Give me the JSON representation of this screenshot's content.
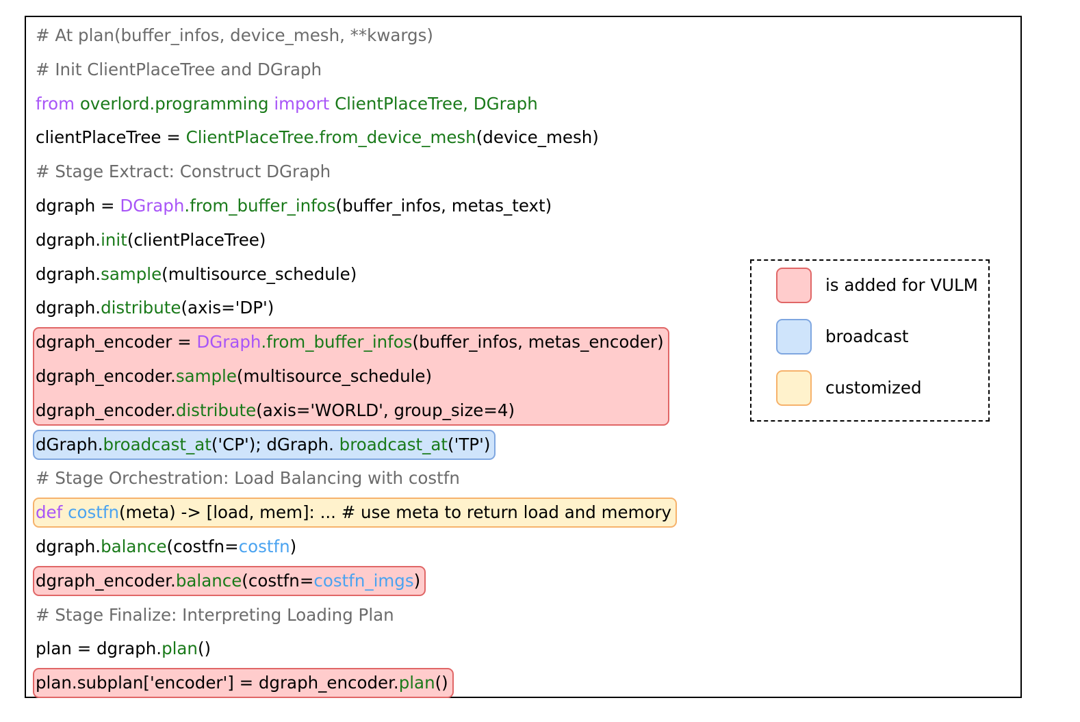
{
  "lines": [
    [
      {
        "t": "# At plan(buffer_infos, device_mesh, **kwargs)",
        "k": "cm"
      }
    ],
    [
      {
        "t": "# Init ClientPlaceTree and DGraph",
        "k": "cm"
      }
    ],
    [
      {
        "t": "from",
        "k": "kw"
      },
      {
        "t": " ",
        "k": "pl"
      },
      {
        "t": "overlord.programming",
        "k": "fn"
      },
      {
        "t": " ",
        "k": "pl"
      },
      {
        "t": "import",
        "k": "kw"
      },
      {
        "t": " ",
        "k": "pl"
      },
      {
        "t": "ClientPlaceTree, DGraph",
        "k": "fn"
      }
    ],
    [
      {
        "t": "clientPlaceTree = ",
        "k": "pl"
      },
      {
        "t": "ClientPlaceTree.from_device_mesh",
        "k": "fn"
      },
      {
        "t": "(device_mesh)",
        "k": "pl"
      }
    ],
    [
      {
        "t": "# Stage Extract: Construct DGraph",
        "k": "cm"
      }
    ],
    [
      {
        "t": "dgraph = ",
        "k": "pl"
      },
      {
        "t": "DGraph",
        "k": "cls"
      },
      {
        "t": ".from_buffer_infos",
        "k": "fn"
      },
      {
        "t": "(buffer_infos, metas_text)",
        "k": "pl"
      }
    ],
    [
      {
        "t": "dgraph.",
        "k": "pl"
      },
      {
        "t": "init",
        "k": "fn"
      },
      {
        "t": "(clientPlaceTree)",
        "k": "pl"
      }
    ],
    [
      {
        "t": "dgraph.",
        "k": "pl"
      },
      {
        "t": "sample",
        "k": "fn"
      },
      {
        "t": "(multisource_schedule)",
        "k": "pl"
      }
    ],
    [
      {
        "t": "dgraph.",
        "k": "pl"
      },
      {
        "t": "distribute",
        "k": "fn"
      },
      {
        "t": "(axis='DP')",
        "k": "pl"
      }
    ],
    [
      {
        "t": "dgraph_encoder = ",
        "k": "pl"
      },
      {
        "t": "DGraph",
        "k": "cls"
      },
      {
        "t": ".from_buffer_infos",
        "k": "fn"
      },
      {
        "t": "(buffer_infos, metas_encoder)",
        "k": "pl"
      }
    ],
    [
      {
        "t": "dgraph_encoder.",
        "k": "pl"
      },
      {
        "t": "sample",
        "k": "fn"
      },
      {
        "t": "(multisource_schedule)",
        "k": "pl"
      }
    ],
    [
      {
        "t": "dgraph_encoder.",
        "k": "pl"
      },
      {
        "t": "distribute",
        "k": "fn"
      },
      {
        "t": "(axis='WORLD', group_size=4)",
        "k": "pl"
      }
    ],
    [
      {
        "t": "dGraph.",
        "k": "pl"
      },
      {
        "t": "broadcast_at",
        "k": "fn"
      },
      {
        "t": "('CP'); dGraph. ",
        "k": "pl"
      },
      {
        "t": "broadcast_at",
        "k": "fn"
      },
      {
        "t": "('TP')",
        "k": "pl"
      }
    ],
    [
      {
        "t": "# Stage Orchestration: Load Balancing with costfn",
        "k": "cm"
      }
    ],
    [
      {
        "t": "def",
        "k": "kw"
      },
      {
        "t": " ",
        "k": "pl"
      },
      {
        "t": "costfn",
        "k": "lb"
      },
      {
        "t": "(meta) -> [load, mem]: ... # use meta to return load and memory",
        "k": "pl"
      }
    ],
    [
      {
        "t": "dgraph.",
        "k": "pl"
      },
      {
        "t": "balance",
        "k": "fn"
      },
      {
        "t": "(costfn=",
        "k": "pl"
      },
      {
        "t": "costfn",
        "k": "lb"
      },
      {
        "t": ")",
        "k": "pl"
      }
    ],
    [
      {
        "t": "dgraph_encoder.",
        "k": "pl"
      },
      {
        "t": "balance",
        "k": "fn"
      },
      {
        "t": "(costfn=",
        "k": "pl"
      },
      {
        "t": "costfn_imgs",
        "k": "lb"
      },
      {
        "t": ")",
        "k": "pl"
      }
    ],
    [
      {
        "t": "# Stage Finalize: Interpreting Loading Plan",
        "k": "cm"
      }
    ],
    [
      {
        "t": "plan = dgraph.",
        "k": "pl"
      },
      {
        "t": "plan",
        "k": "fn"
      },
      {
        "t": "()",
        "k": "pl"
      }
    ],
    [
      {
        "t": "plan.subplan['encoder'] = dgraph_encoder.",
        "k": "pl"
      },
      {
        "t": "plan",
        "k": "fn"
      },
      {
        "t": "()",
        "k": "pl"
      }
    ]
  ],
  "highlights": [
    {
      "kind": "red",
      "lines": [
        9,
        10,
        11
      ]
    },
    {
      "kind": "blue",
      "lines": [
        12
      ]
    },
    {
      "kind": "yellow",
      "lines": [
        14
      ]
    },
    {
      "kind": "red",
      "lines": [
        16
      ]
    },
    {
      "kind": "red",
      "lines": [
        19
      ]
    }
  ],
  "legend": {
    "items": [
      {
        "kind": "red",
        "label": "is added for VULM"
      },
      {
        "kind": "blue",
        "label": "broadcast"
      },
      {
        "kind": "yellow",
        "label": "customized"
      }
    ]
  },
  "colors": {
    "comment": "#6b6b6b",
    "keyword": "#a855f7",
    "function": "#1a7a1a",
    "callable_ref": "#4aa3f0",
    "red_fill": "#ffcccc",
    "red_border": "#e06666",
    "blue_fill": "#cfe4fb",
    "blue_border": "#7ea6e0",
    "yellow_fill": "#fff2cc",
    "yellow_border": "#f6b26b"
  }
}
